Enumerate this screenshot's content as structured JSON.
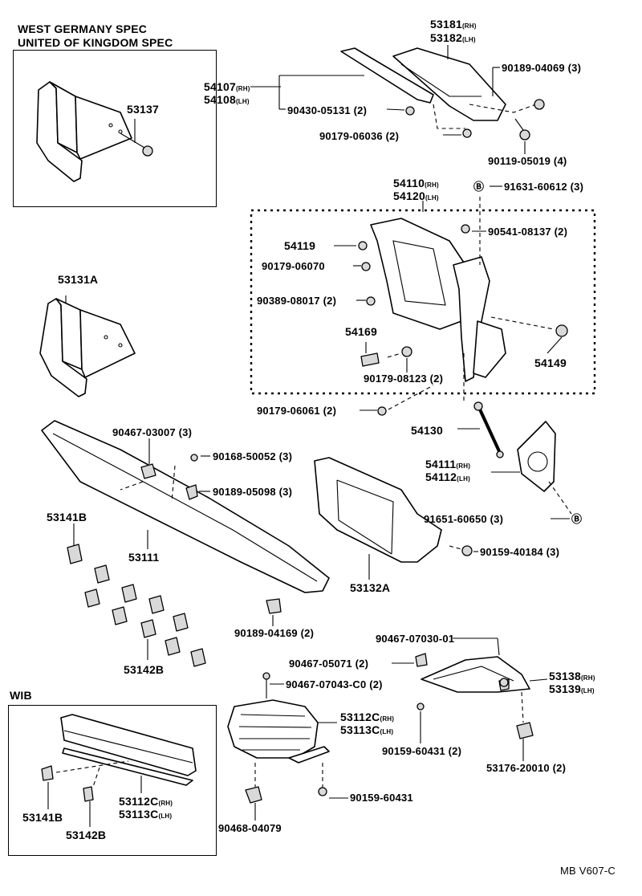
{
  "diagram": {
    "code": "MB V607-C",
    "spec_box": {
      "title_line1": "WEST GERMANY SPEC",
      "title_line2": "UNITED OF KINGDOM SPEC",
      "part": "53137"
    },
    "wib_box": {
      "title": "WIB",
      "parts": {
        "clip_a": "53141B",
        "clip_b": "53142B",
        "grille_rh": "53112C",
        "grille_lh": "53113C"
      }
    },
    "suffix": {
      "rh": "(RH)",
      "lh": "(LH)"
    },
    "labels": {
      "p53181": "53181",
      "p53182": "53182",
      "p54107": "54107",
      "p54108": "54108",
      "p90430": "90430-05131 (2)",
      "p90189_04069": "90189-04069 (3)",
      "p90179_06036": "90179-06036 (2)",
      "p90119": "90119-05019 (4)",
      "p54110": "54110",
      "p54120": "54120",
      "p91631": "91631-60612 (3)",
      "p90541": "90541-08137 (2)",
      "p54119": "54119",
      "p90179_06070": "90179-06070",
      "p90389": "90389-08017 (2)",
      "p54169": "54169",
      "p90179_08123": "90179-08123 (2)",
      "p54149": "54149",
      "p90179_06061": "90179-06061 (2)",
      "p54130": "54130",
      "p53131A": "53131A",
      "p90467_03007": "90467-03007 (3)",
      "p90168": "90168-50052 (3)",
      "p90189_05098": "90189-05098 (3)",
      "p53141B": "53141B",
      "p53111": "53111",
      "p54111": "54111",
      "p54112": "54112",
      "p91651": "91651-60650 (3)",
      "p90159_40184": "90159-40184 (3)",
      "p53132A": "53132A",
      "p90189_04169": "90189-04169 (2)",
      "p53142B": "53142B",
      "p90467_07030": "90467-07030-01",
      "p90467_05071": "90467-05071 (2)",
      "p53138": "53138",
      "p53139": "53139",
      "p90467_07043": "90467-07043-C0 (2)",
      "p53112C": "53112C",
      "p53113C": "53113C",
      "p90159_60431_2": "90159-60431 (2)",
      "p53176": "53176-20010 (2)",
      "p90159_60431": "90159-60431",
      "p90468": "90468-04079",
      "marker_b": "B"
    }
  }
}
